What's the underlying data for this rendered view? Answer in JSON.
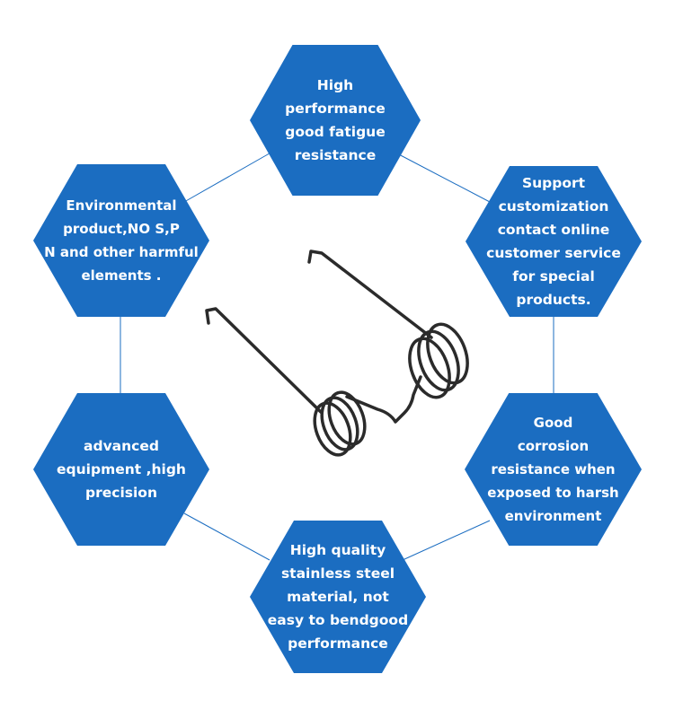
{
  "colors": {
    "hex_fill": "#1b6dc1",
    "hex_text": "#ffffff",
    "connector": "#1b6dc1",
    "wire": "#2b2b2b"
  },
  "features": {
    "top": "High\nperformance\ngood fatigue\nresistance",
    "upper_right": "Support\ncustomization\ncontact online\ncustomer service\nfor special\nproducts.",
    "lower_right": "Good\ncorrosion\nresistance when\nexposed to harsh\nenvironment",
    "bottom": "High quality\nstainless steel\nmaterial, not\neasy to bendgood\nperformance",
    "lower_left": "advanced\nequipment ,high\nprecision",
    "upper_left": "Environmental\nproduct,NO S,P\nN and other harmful\nelements ."
  },
  "center_image": "torsion-spring-icon"
}
